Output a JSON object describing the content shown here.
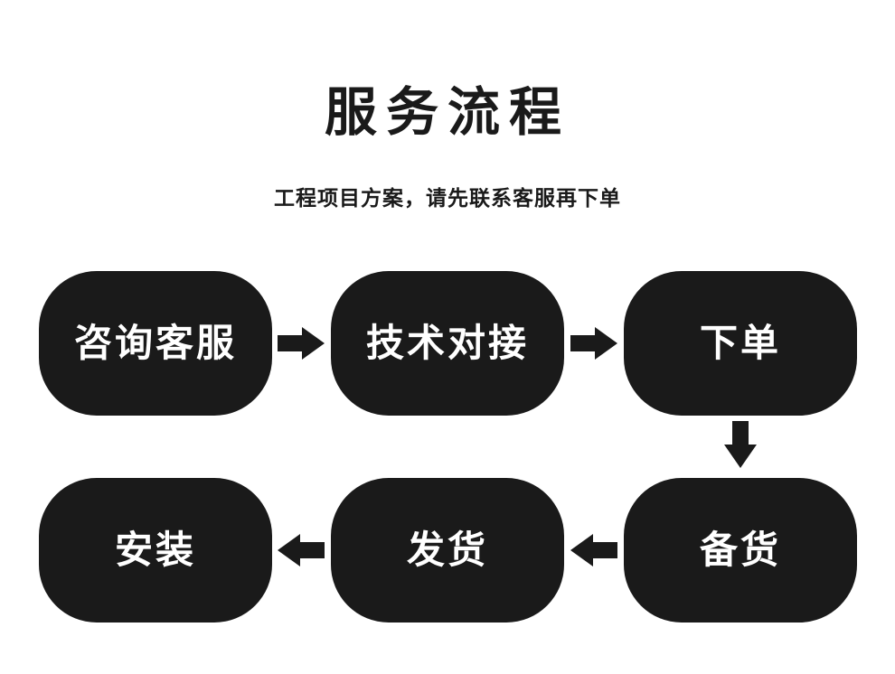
{
  "header": {
    "title": "服务流程",
    "subtitle": "工程项目方案，请先联系客服再下单"
  },
  "flow": {
    "steps": [
      {
        "order": 1,
        "label": "咨询客服"
      },
      {
        "order": 2,
        "label": "技术对接"
      },
      {
        "order": 3,
        "label": "下单"
      },
      {
        "order": 4,
        "label": "备货"
      },
      {
        "order": 5,
        "label": "发货"
      },
      {
        "order": 6,
        "label": "安装"
      }
    ],
    "connectors": [
      {
        "from": "咨询客服",
        "to": "技术对接",
        "direction": "right"
      },
      {
        "from": "技术对接",
        "to": "下单",
        "direction": "right"
      },
      {
        "from": "下单",
        "to": "备货",
        "direction": "down"
      },
      {
        "from": "备货",
        "to": "发货",
        "direction": "left"
      },
      {
        "from": "发货",
        "to": "安装",
        "direction": "left"
      }
    ]
  },
  "icons": {
    "arrow_right": "➜",
    "arrow_down": "⬇",
    "arrow_left": "⬅"
  },
  "colors": {
    "background": "#ffffff",
    "box": "#1a1a1a",
    "box_text": "#ffffff",
    "arrow": "#1a1a1a",
    "title_text": "#1a1a1a"
  }
}
